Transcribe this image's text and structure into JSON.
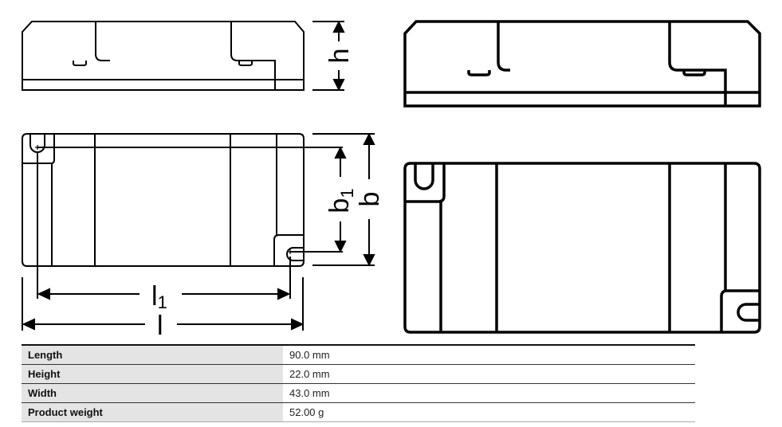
{
  "dimension_labels": {
    "h": "h",
    "b1": "b",
    "b1_sub": "1",
    "b": "b",
    "l1": "l",
    "l1_sub": "1",
    "l": "l"
  },
  "specs": [
    {
      "label": "Length",
      "value": "90.0 mm"
    },
    {
      "label": "Height",
      "value": "22.0 mm"
    },
    {
      "label": "Width",
      "value": "43.0 mm"
    },
    {
      "label": "Product weight",
      "value": "52.00 g"
    }
  ]
}
